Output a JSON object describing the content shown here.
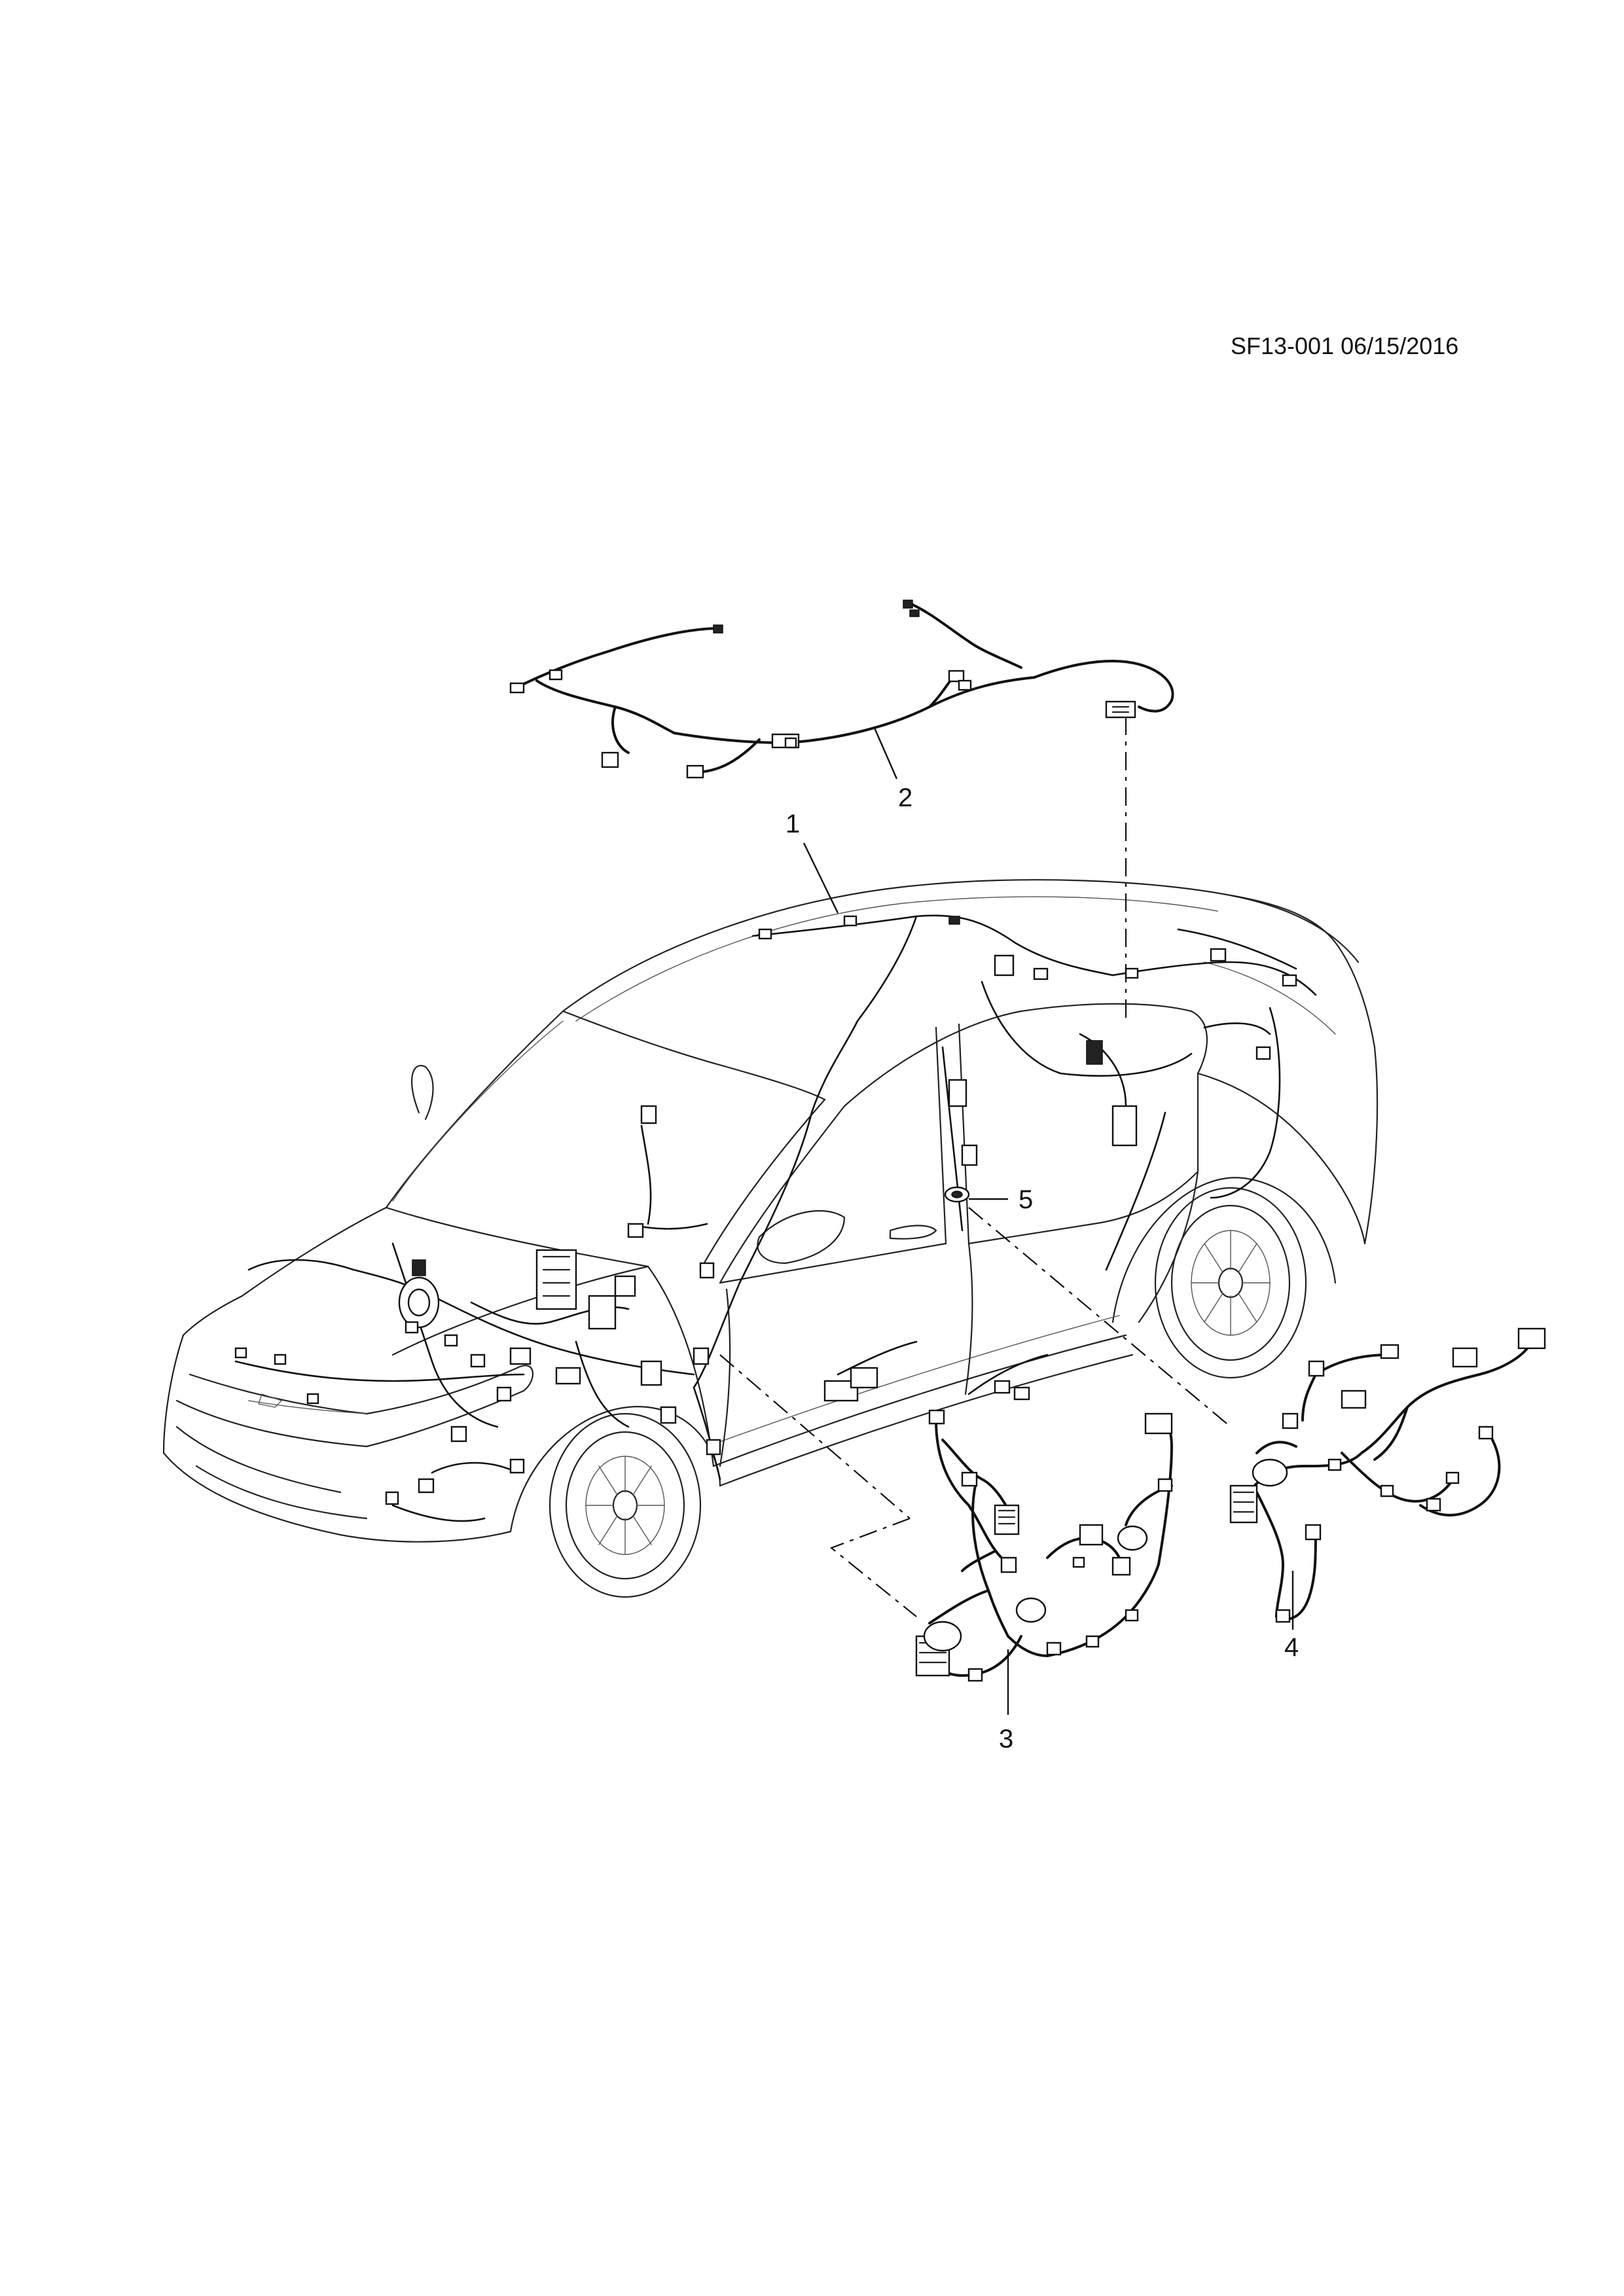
{
  "drawing_id": "SF13-001 06/15/2016",
  "callouts": [
    "1",
    "2",
    "3",
    "4",
    "5"
  ],
  "figure": {
    "subject": "vehicle wiring harness exploded view",
    "icons": [
      "car-outline",
      "roof-harness",
      "left-door-harness",
      "right-door-harness",
      "grommet"
    ]
  }
}
